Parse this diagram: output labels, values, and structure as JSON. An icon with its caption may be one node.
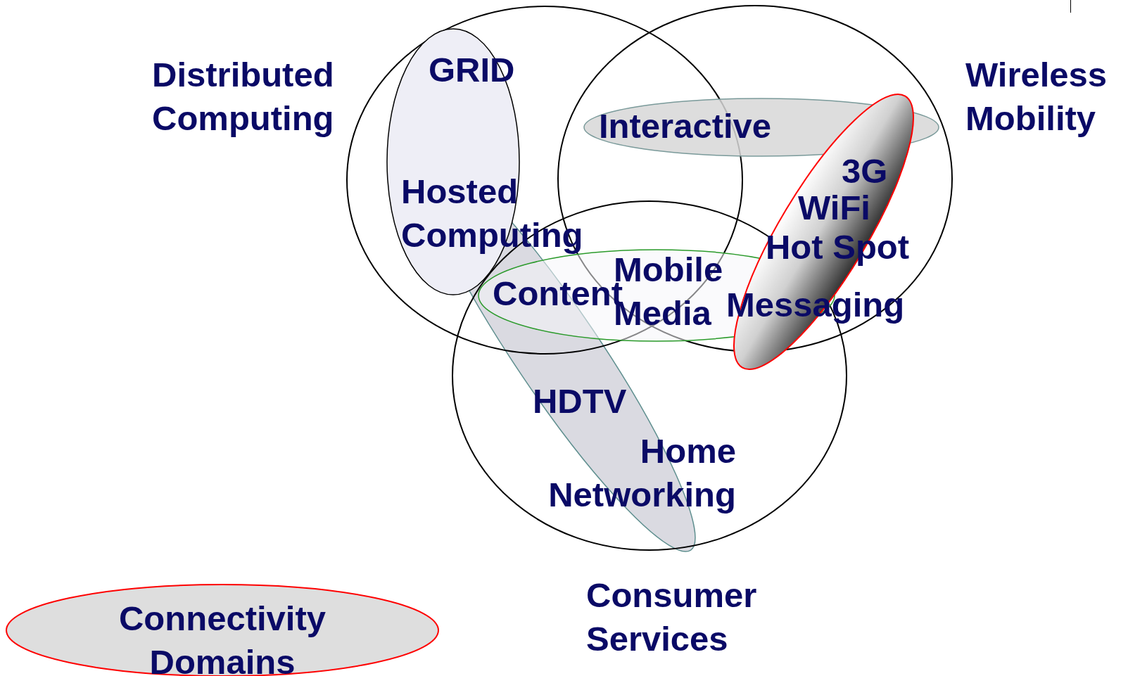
{
  "diagram": {
    "nodes": [
      {
        "text": [
          "Distributed Computing"
        ]
      },
      {
        "text": [
          "Wireless Mobility"
        ]
      },
      {
        "text": [
          "Consumer Services"
        ]
      },
      {
        "text": [
          "GRID",
          "Hosted Computing"
        ],
        "in": 0
      },
      {
        "text": [
          "HDTV",
          "Home Networking"
        ]
      },
      {
        "text": [
          "Interactive"
        ],
        "in": 1
      },
      {
        "text": [
          "Content",
          "Mobile Media",
          "Messaging"
        ],
        "in": 2
      },
      {
        "text": [
          "3G",
          "WiFi",
          "Hot Spot"
        ]
      },
      {
        "text": [
          "Connectivity Domains"
        ]
      }
    ],
    "edges": []
  }
}
